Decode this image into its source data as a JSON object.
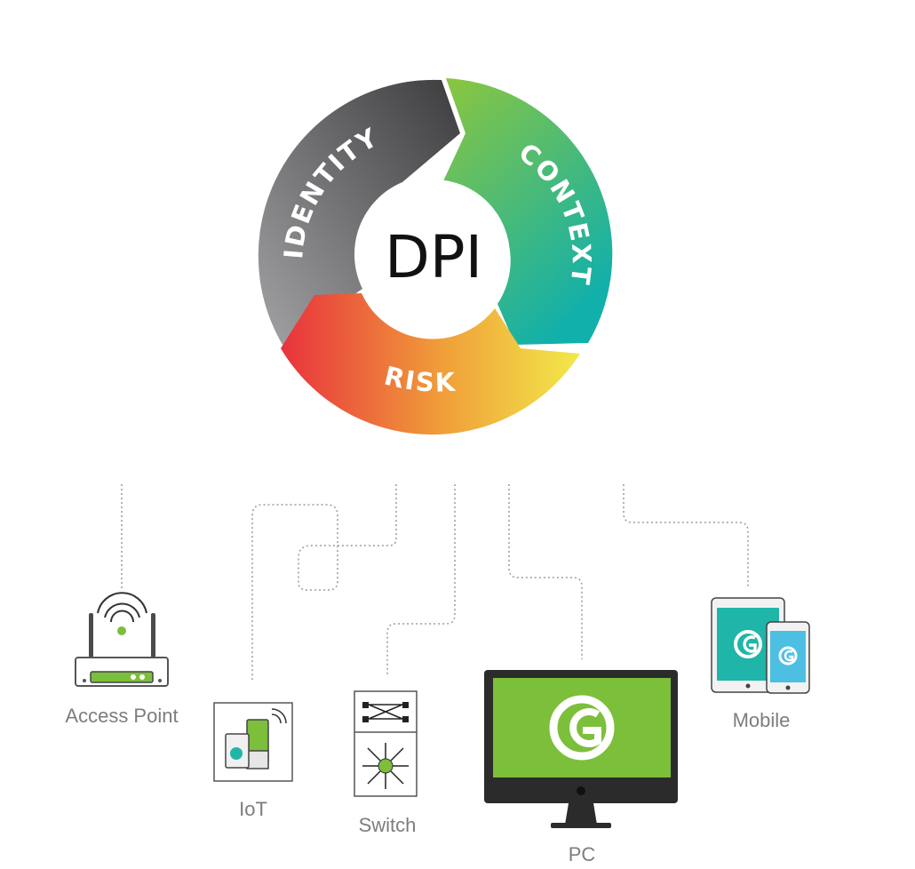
{
  "cycle": {
    "center": "DPI",
    "segments": [
      {
        "id": "identity",
        "label": "IDENTITY"
      },
      {
        "id": "context",
        "label": "CONTEXT"
      },
      {
        "id": "risk",
        "label": "RISK"
      }
    ]
  },
  "devices": {
    "access_point": "Access Point",
    "iot": "IoT",
    "switch": "Switch",
    "pc": "PC",
    "mobile": "Mobile"
  },
  "colors": {
    "identity": [
      "#9a9a9c",
      "#404042"
    ],
    "context": [
      "#86c440",
      "#16b2a8"
    ],
    "risk": [
      "#e8353a",
      "#f0e64a"
    ],
    "brand_green": "#7cbf3b",
    "brand_teal": "#1fb5a8",
    "device_frame": "#2b2b2b"
  },
  "icons": {
    "access_point": "router-icon",
    "iot": "iot-device-icon",
    "switch": "network-switch-icon",
    "pc": "desktop-monitor-icon",
    "mobile": "tablet-phone-icon",
    "logo": "g-logo-icon"
  }
}
